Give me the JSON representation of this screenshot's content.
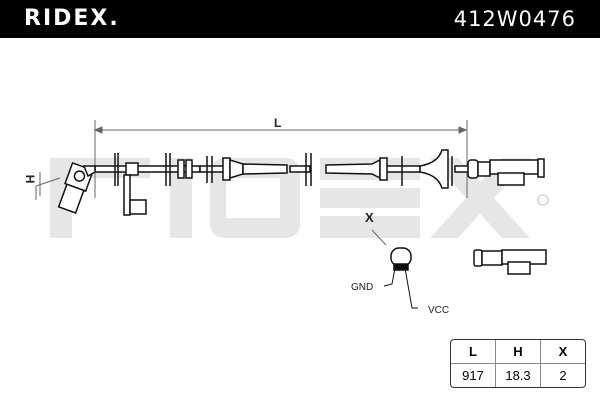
{
  "header": {
    "brand": "RIDEX.",
    "part_number": "412W0476"
  },
  "drawing": {
    "watermark": "RIDEX",
    "dimension_labels": {
      "length": "L",
      "height": "H",
      "connector_view": "X"
    },
    "pin_labels": {
      "ground": "GND",
      "supply": "VCC"
    }
  },
  "spec_table": {
    "headers": [
      "L",
      "H",
      "X"
    ],
    "values": [
      "917",
      "18.3",
      "2"
    ]
  },
  "colors": {
    "header_bg": "#000000",
    "watermark": "#e6e6e6",
    "line": "#111111"
  }
}
